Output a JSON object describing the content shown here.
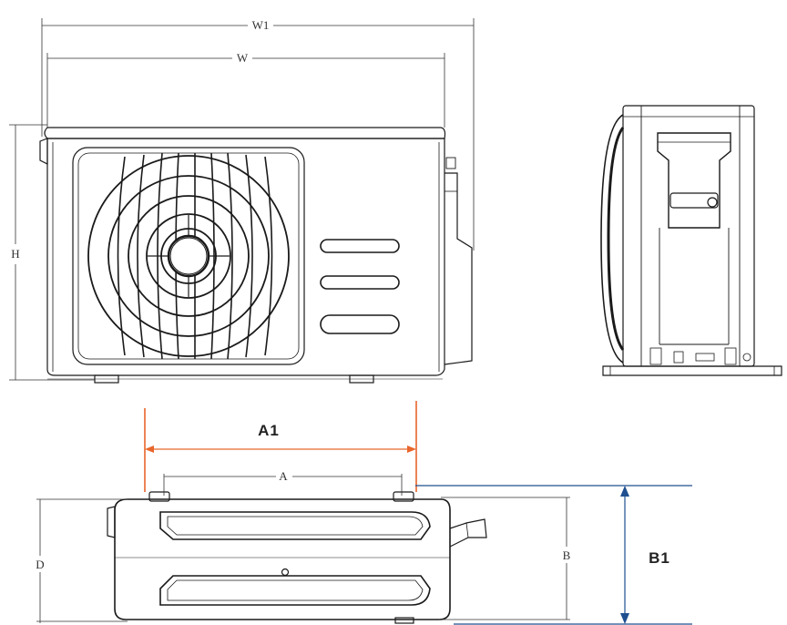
{
  "labels": {
    "w1": "W1",
    "w": "W",
    "h": "H",
    "a1": "A1",
    "a": "A",
    "b": "B",
    "b1": "B1",
    "d": "D"
  },
  "colors": {
    "line": "#1a1a1a",
    "dimension_thin": "#333333",
    "a1_dimension": "#e8662a",
    "b1_dimension": "#1f4f8f"
  }
}
